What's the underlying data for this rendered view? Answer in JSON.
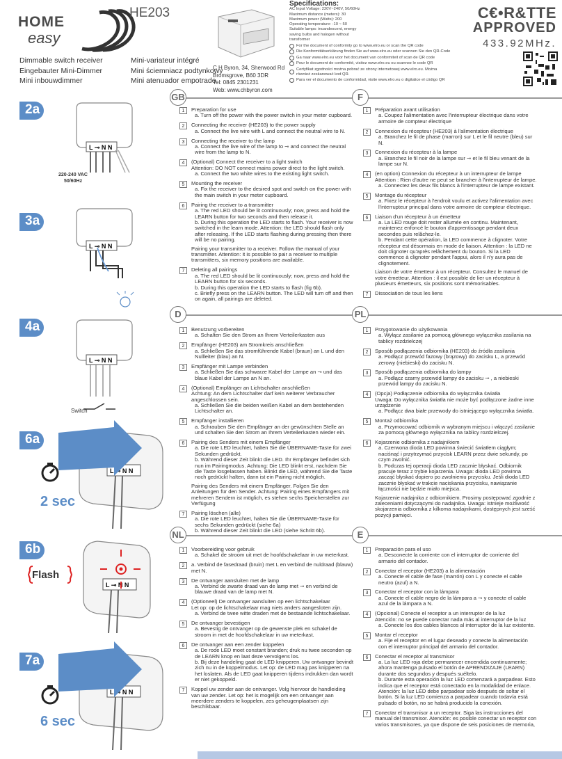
{
  "header": {
    "logo_home": "HOME",
    "logo_easy": "easy",
    "model": "HE203",
    "names": [
      [
        "Dimmable switch receiver",
        "Mini-variateur intégré"
      ],
      [
        "Eingebauter Mini-Dimmer",
        "Mini ściemniacz podtynkowy"
      ],
      [
        "Mini inbouwdimmer",
        "Mini atenuador empotrado"
      ]
    ],
    "address": [
      "C H Byron, 34, Sherwood Rd",
      "Bromsgrove, B60 3DR",
      "Tel: 0845 2301231",
      "Web: www.chbyron.com"
    ],
    "specs_title": "Specifications:",
    "specs": [
      "AC Input Voltage: 220V~240V, 50/60Hz",
      "Maximum distance (meters): 30",
      "Maximum power (Watts): 200",
      "Operating temperature: -10 ~ 50",
      "Suitable lamps: incandescent, energy",
      "saving bulbs and halogen without",
      "transformer"
    ],
    "conformity": [
      "For the document of conformity go to www.elro.eu or scan the QR code",
      "Die Konformitätserklärung finden Sie auf www.elro.eu oder scannen Sie den QR-Code",
      "Ga naar www.elro.eu voor het document van conformiteit of scan de QR code",
      "Pour le document de conformité, visitez www.elro.eu ou scannez le code QR",
      "Certyfikat zgodności można pobrać ze strony internetowej www.elro.eu. Można również zeskanować kod QR.",
      "Para ver el documento de conformidad, visite www.elro.eu o digitalice el código QR"
    ],
    "ce": "C€•R&TTE",
    "approved": "APPROVED",
    "freq": "433.92MHz."
  },
  "figures": {
    "fig2a": "2a",
    "voltage1": "220-240 VAC",
    "voltage2": "50/60Hz",
    "fig3a": "3a",
    "fig4a": "4a",
    "switch": "Switch",
    "fig6a": "6a",
    "sec2": "2 sec",
    "fig6b": "6b",
    "flash": "Flash",
    "fig7a": "7a",
    "sec6": "6 sec"
  },
  "sections": {
    "GB": {
      "badge": "GB",
      "steps": [
        {
          "n": "1",
          "lines": [
            "Preparation for use",
            "a. Turn off the power with the power switch in your meter cupboard."
          ]
        },
        {
          "n": "2",
          "lines": [
            "Connecting the receiver  (HE203) to the power supply",
            "a. Connect the live wire with L and connect the neutral wire to N."
          ]
        },
        {
          "n": "3",
          "lines": [
            "Connecting the receiver to the lamp",
            "a. Connect the live wire of the lamp to ⊸ and connect the neutral wire from the lamp to N."
          ]
        },
        {
          "n": "4",
          "lines": [
            "(Optional) Connect the receiver to a light switch",
            "Attention: DO NOT connect mains power direct to the light switch.",
            "a. Connect the two white wires to the existing light switch."
          ]
        },
        {
          "n": "5",
          "lines": [
            "Mounting the receiver",
            "a. Fix the receiver to the desired spot and switch on the power with the main switch in your meter cupboard."
          ]
        },
        {
          "n": "6",
          "lines": [
            "Pairing the receiver to a transmitter",
            "a. The red LED should be lit continuously; now, press and hold the LEARN button for two seconds and then release it.",
            "b. During this operation the LED starts to flash. Your receiver is now switched in the learn mode. Attention: the LED should flash only after releasing. If the LED starts flashing during pressing then there will be no pairing.",
            "Pairing your transmitter to a receiver. Follow the manual of your transmitter. Attention: it is possible to pair a receiver to multiple transmitters, six memory positions are available."
          ]
        },
        {
          "n": "7",
          "lines": [
            "Deleting all pairings",
            "a. The red LED should be lit continuously; now, press and hold the LEARN button for six seconds.",
            "b. During this operation the LED starts to flash (fig 6b).",
            "c. Briefly press on the LEARN button. The LED will turn off and then on again, all pairings are deleted."
          ]
        }
      ]
    },
    "F": {
      "badge": "F",
      "steps": [
        {
          "n": "1",
          "lines": [
            "Préparation avant utilisation",
            "a. Coupez l'alimentation avec l'interrupteur électrique dans votre armoire de compteur électrique"
          ]
        },
        {
          "n": "2",
          "lines": [
            "Connexion du récepteur (HE203) à l'alimentation électrique",
            "a. Branchez le fil de phase (marron) sur L et le fil neutre (bleu) sur N."
          ]
        },
        {
          "n": "3",
          "lines": [
            "Connexion du récepteur à la lampe",
            "a. Branchez le fil noir de la lampe sur ⊸ et le fil bleu venant de la lampe sur N."
          ]
        },
        {
          "n": "4",
          "lines": [
            "(en option) Connexion du récepteur à un interrupteur de lampe",
            "Attention : Rien d'autre ne peut se brancher à l'interrupteur de lampe.",
            "a. Connectez les deux fils blancs à l'interrupteur de lampe existant."
          ]
        },
        {
          "n": "5",
          "lines": [
            "Montage du récepteur",
            "a. Fixez le récepteur à l'endroit voulu et activez l'alimentation avec l'interrupteur principal dans votre armoire de compteur électrique."
          ]
        },
        {
          "n": "6",
          "lines": [
            "Liaison d'un récepteur à un émetteur",
            "a. La LED rouge doit rester allumée en continu. Maintenant, maintenez enfoncé le bouton d'apprentissage pendant deux secondes puis relâchez-le.",
            "b. Pendant cette opération, la LED commence à clignoter. Votre récepteur est désormais en mode de liaison. Attention : la LED ne doit clignoter qu'après relâchement du bouton. Si la LED commence à clignoter pendant l'appui, alors il n'y aura pas de clignotement.",
            "Liaison de votre émetteur à un récepteur. Consultez le manuel de votre émetteur. Attention : il est possible de lier un récepteur à plusieurs émetteurs, six positions sont mémorisables."
          ]
        },
        {
          "n": "7",
          "lines": [
            "Dissociation de tous les liens"
          ]
        }
      ]
    },
    "D": {
      "badge": "D",
      "steps": [
        {
          "n": "1",
          "lines": [
            "Benutzung vorbereiten",
            "a. Schalten Sie den Strom an Ihrem Verteilerkasten aus"
          ]
        },
        {
          "n": "2",
          "lines": [
            "Empfänger (HE203) am Stromkreis anschließen",
            "a. Schließen Sie das stromführende Kabel (braun) an L und den Nullleiter (blau) an N."
          ]
        },
        {
          "n": "3",
          "lines": [
            "Empfänger mit Lampe verbinden",
            "a. Schließen Sie das schwarze Kabel der Lampe an ⊸ und das blaue Kabel der Lampe an N an."
          ]
        },
        {
          "n": "4",
          "lines": [
            "(Optional) Empfänger an Lichtschalter anschließen",
            "Achtung: An dem Lichtschalter darf kein weiterer Verbraucher angeschlossen sein.",
            "a. Schließen Sie die beiden weißen Kabel an dem bestehenden Lichtschalter an."
          ]
        },
        {
          "n": "5",
          "lines": [
            "Empfänger installieren",
            "a. Schrauben Sie den Empfänger an der gewünschten Stelle an und schalten Sie den Strom an Ihrem Verteilerkasten wieder ein."
          ]
        },
        {
          "n": "6",
          "lines": [
            "Pairing des Senders mit einem Empfänger",
            "a. Die rote LED leuchtet, halten Sie die ÜBERNAME-Taste für zwei Sekunden gedrückt.",
            "b. Während dieser Zeit blinkt die LED. Ihr Empfänger befindet sich nun im Pairingmodus. Achtung: Die LED blinkt erst, nachdem Sie die Taste losgelassen haben. Blinkt die LED, während Sie die Taste noch gedrückt halten, dann ist ein Pairing nicht möglich.",
            "Pairing des Senders mit einem Empfänger. Folgen Sie den Anleitungen für den Sender. Achtung: Pairing eines Empfängers mit mehreren Sendern ist möglich, es stehen sechs Speicherstellen zur Verfügung"
          ]
        },
        {
          "n": "7",
          "lines": [
            "Pairing löschen (alle)",
            "a. Die rote LED leuchtet, halten Sie die ÜBERNAME-Taste für sechs Sekunden gedrückt (siehe 6a)",
            "b. Während dieser Zeit blinkt die LED (siehe Schritt 6b)."
          ]
        }
      ]
    },
    "PL": {
      "badge": "PL",
      "steps": [
        {
          "n": "1",
          "lines": [
            "Przygotowanie do użytkowania",
            "a. Wyłącz zasilanie za pomocą głównego wyłącznika zasilania na tablicy rozdzielczej"
          ]
        },
        {
          "n": "2",
          "lines": [
            "Sposób podłączenia odbiornika (HE203) do źródła zasilania",
            "a. Podłącz przewód fazowy (brązowy) do zacisku L, a przewód zerowy (niebieski) do zacisku N."
          ]
        },
        {
          "n": "3",
          "lines": [
            "Sposób podłączenia odbiornika do lampy",
            "a. Podłącz czarny przewód lampy do zacisku ⊸ , a niebieski przewód lampy do zacisku N."
          ]
        },
        {
          "n": "4",
          "lines": [
            "(Opcja) Podłączenie odbiornika do wyłącznika światła",
            "Uwaga: Do wyłącznika światła nie może być podłączone żadne inne urządzenie",
            "a. Podłącz dwa białe przewody do istniejącego wyłącznika światła."
          ]
        },
        {
          "n": "5",
          "lines": [
            "Montaż odbiornika",
            "a. Przymocować odbiornik w wybranym miejscu i włączyć zasilanie za pomocą głównego wyłącznika na tablicy rozdzielczej."
          ]
        },
        {
          "n": "6",
          "lines": [
            "Kojarzenie odbiornika z nadajnikiem",
            "a. Czerwona dioda LED powinna świecić światłem ciągłym; naciśnąć i przytrzymać przycisk LEARN przez dwie sekundy, po czym zwolnić.",
            "b. Podczas tej operacji dioda LED zacznie błyskać. Odbiornik pracuje teraz z trybie kojarzenia. Uwaga: dioda LED powinna zacząć błyskać dopiero po zwolnieniu przycisku. Jeśli dioda LED zacznie błyskać w trakcie naciskania przycisku, nawiązanie łączności nie będzie miało miejsca.",
            "Kojarzenie nadajnika z odbiornikiem. Prosimy postępować zgodnie z zaleceniami dotyczącymi do nadajnika. Uwaga: istnieje możliwość skojarzenia odbiornika z kilkoma nadajnikami, dostępnych jest sześć pozycji pamięci."
          ]
        }
      ]
    },
    "NL": {
      "badge": "NL",
      "steps": [
        {
          "n": "1",
          "lines": [
            "Voorbereiding voor gebruik",
            "a. Schakel de stroom uit met de hoofdschakelaar in uw meterkast."
          ]
        },
        {
          "n": "2",
          "lines": [
            "a. Verbind de fasedraad (bruin) met L en verbind de nuldraad (blauw) met N."
          ]
        },
        {
          "n": "3",
          "lines": [
            "De ontvanger aansluiten met de lamp",
            "a. Verbind de zwarte draad van de lamp met ⊸ en verbind de blauwe draad van de lamp met N."
          ]
        },
        {
          "n": "4",
          "lines": [
            "(Optioneel) De ontvanger aansluiten op een lichtschakelaar",
            "Let op: op de lichtschakelaar mag niets anders aangesloten zijn.",
            "a. Verbind de twee witte draden met de bestaande lichtschakelaar."
          ]
        },
        {
          "n": "5",
          "lines": [
            "De ontvanger bevestigen",
            "a. Bevestig de ontvanger op de gewenste plek en schakel de stroom in met de hoofdschakelaar in uw meterkast."
          ]
        },
        {
          "n": "6",
          "lines": [
            "De ontvanger aan een zender koppelen",
            "a. De rode LED moet constant branden; druk nu twee seconden op de LEARN knop en laat deze vervolgens los.",
            "b. Bij deze handeling gaat de LED knipperen. Uw ontvanger bevindt zich nu in de koppelmodus. Let op: de LED mag pas knipperen na het loslaten. Als de LED gaat knipperen tijdens indrukken dan wordt er niet gekoppeld."
          ]
        },
        {
          "n": "7",
          "lines": [
            "Koppel uw zender aan de ontvanger. Volg hiervoor de handleiding van uw zender. Let op: het is mogelijk om een ontvanger aan meerdere zenders te koppelen, zes geheugenplaatsen zijn beschikbaar."
          ]
        }
      ]
    },
    "E": {
      "badge": "E",
      "steps": [
        {
          "n": "1",
          "lines": [
            "Preparación para el uso",
            "a. Desconecte la corriente con el interruptor de corriente del armario del contador."
          ]
        },
        {
          "n": "2",
          "lines": [
            "Conectar el receptor (HE203) a la alimentación",
            "a. Conecte el cable de fase (marrón) con L y conecte el cable neutro (azul) a N."
          ]
        },
        {
          "n": "3",
          "lines": [
            "Conectar el receptor con la lámpara",
            "a. Conecte el cable negro de la lámpara a ⊸ y conecte el cable azul de la lámpara a N."
          ]
        },
        {
          "n": "4",
          "lines": [
            "(Opcional) Conecte el receptor a un interruptor de la luz",
            "Atención: no se puede conectar nada más al interruptor de la luz",
            "a. Conecte los dos cables blancos al interruptor de la luz existente."
          ]
        },
        {
          "n": "5",
          "lines": [
            "Montar el receptor",
            "a. Fije el receptor en el lugar deseado y conecte la alimentación con el interruptor principal del armario del contador."
          ]
        },
        {
          "n": "6",
          "lines": [
            "Conectar el receptor al transmisor",
            "a. La luz LED roja debe permanecer encendida continuamente; ahora mantenga pulsado el botón de APRENDIZAJE (LEARN) durante dos segundos y después suéltelo.",
            "b. Durante esta operación la luz LED comenzará a parpadear. Esto indica que el receptor está conectado en la modalidad de enlace. Atención: la luz LED debe parpadear solo después de soltar el botón. Si la luz LED comienza a parpadear cuando todavía está pulsado el botón, no se habrá producido la conexión."
          ]
        },
        {
          "n": "7",
          "lines": [
            "Conectar el transmisor a un receptor. Siga las instrucciones del manual del transmisor. Atención: es posible conectar un receptor con varios transmisores, ya que dispone de seis posiciones de memoria,"
          ]
        }
      ]
    }
  }
}
